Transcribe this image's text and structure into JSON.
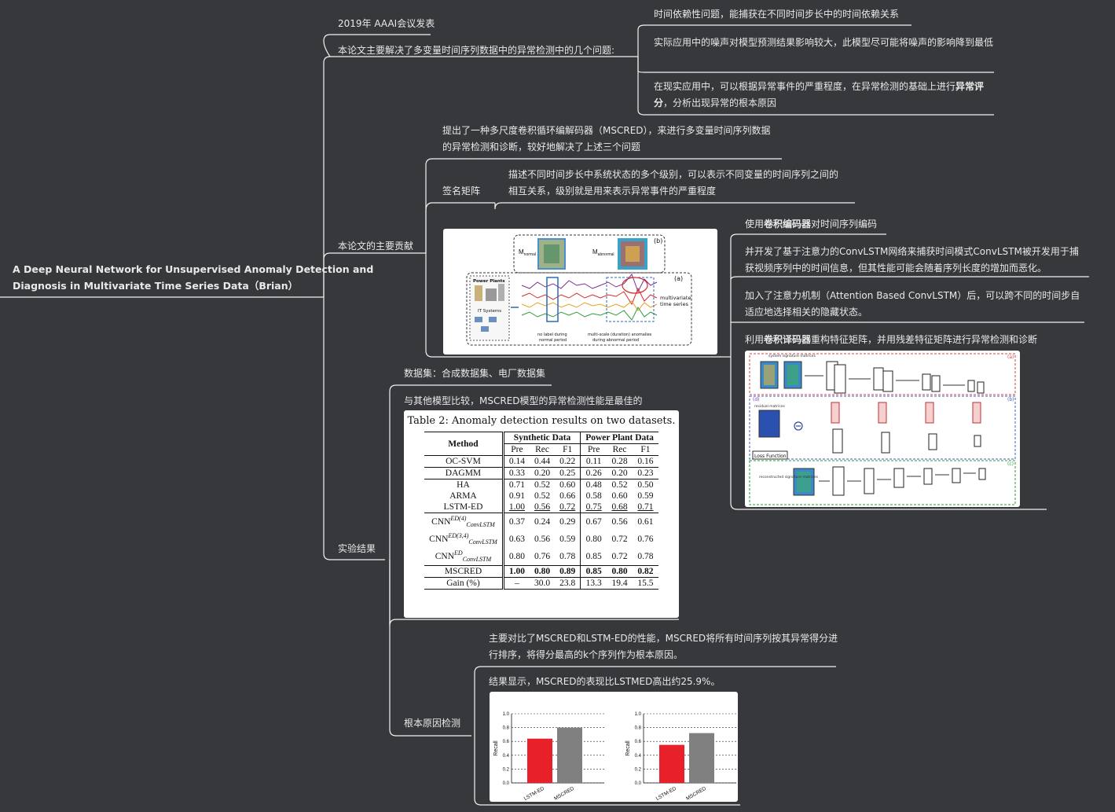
{
  "root": {
    "title_line1": "A Deep Neural Network for Unsupervised Anomaly Detection and",
    "title_line2": "Diagnosis in Multivariate Time Series Data（Brian）"
  },
  "nodes": {
    "published": "2019年 AAAI会议发表",
    "problems": "本论文主要解决了多变量时间序列数据中的异常检测中的几个问题:",
    "problem_1": "时间依赖性问题，能捕获在不同时间步长中的时间依赖关系",
    "problem_2": "实际应用中的噪声对模型预测结果影响较大，此模型尽可能将噪声的影响降到最低",
    "problem_3_a": "在现实应用中，可以根据异常事件的严重程度，在异常检测的基础上进行",
    "problem_3_bold": "异常评分",
    "problem_3_b": "，分析出现异常的根本原因",
    "contributions": "本论文的主要贡献",
    "contrib_intro_1": "提出了一种多尺度卷积循环编解码器（MSCRED），来进行多变量时间序列数据",
    "contrib_intro_2": "的异常检测和诊断，较好地解决了上述三个问题",
    "signature": "签名矩阵",
    "signature_desc_1": "描述不同时间步长中系统状态的多个级别，可以表示不同变量的时间序列之间的",
    "signature_desc_2": "相互关系，级别就是用来表示异常事件的严重程度",
    "enc_a": "使用",
    "enc_bold": "卷积编码器",
    "enc_b": "对时间序列编码",
    "convlstm": "并开发了基于注意力的ConvLSTM网络来捕获时间模式ConvLSTM被开发用于捕获视频序列中的时间信息，但其性能可能会随着序列长度的增加而恶化。",
    "attention": "加入了注意力机制（Attention Based ConvLSTM）后，可以跨不同的时间步自适应地选择相关的隐藏状态。",
    "dec_a": "利用",
    "dec_bold": "卷积译码器",
    "dec_b": "重构特征矩阵，并用残差特征矩阵进行异常检测和诊断",
    "experiments": "实验结果",
    "datasets": "数据集：合成数据集、电厂数据集",
    "comparison": "与其他模型比较，MSCRED模型的异常检测性能是最佳的",
    "root_cause": "根本原因检测",
    "rc_desc_1": "主要对比了MSCRED和LSTM-ED的性能，MSCRED将所有时间序列按其异常得分进",
    "rc_desc_2": "行排序，将得分最高的k个序列作为根本原因。",
    "rc_result": "结果显示，MSCRED的表现比LSTMED高出约25.9%。"
  },
  "figure1": {
    "label_a": "(a)",
    "label_b": "(b)",
    "m_normal_prefix": "M",
    "m_normal_sub": "normal",
    "m_abnormal_prefix": "M",
    "m_abnormal_sub": "abnormal",
    "power_plants": "Power Plants",
    "it_systems": "IT Systems",
    "multivariate": "multivariate",
    "time_series": "time series",
    "no_label_1": "no label during",
    "no_label_2": "normal period",
    "multiscale_1": "multi-scale (duration) anomalies",
    "multiscale_2": "during abnormal period"
  },
  "figure2": {
    "loss_function": "Loss Function",
    "residual": "residual matrices",
    "reconstructed": "reconstructed signature matrices",
    "signature_matrices": "system signature matrices",
    "label_a": "(a)",
    "label_b": "(b)",
    "label_c": "(c)",
    "label_d": "(d)"
  },
  "table": {
    "caption": "Table 2: Anomaly detection results on two datasets.",
    "col_method": "Method",
    "group_1": "Synthetic Data",
    "group_2": "Power Plant Data",
    "sub_cols": [
      "Pre",
      "Rec",
      "F1",
      "Pre",
      "Rec",
      "F1"
    ],
    "rows": [
      {
        "method": "OC-SVM",
        "vals": [
          "0.14",
          "0.44",
          "0.22",
          "0.11",
          "0.28",
          "0.16"
        ]
      },
      {
        "method": "DAGMM",
        "vals": [
          "0.33",
          "0.20",
          "0.25",
          "0.26",
          "0.20",
          "0.23"
        ]
      },
      {
        "method": "HA",
        "vals": [
          "0.71",
          "0.52",
          "0.60",
          "0.48",
          "0.52",
          "0.50"
        ]
      },
      {
        "method": "ARMA",
        "vals": [
          "0.91",
          "0.52",
          "0.66",
          "0.58",
          "0.60",
          "0.59"
        ]
      },
      {
        "method": "LSTM-ED",
        "vals": [
          "1.00",
          "0.56",
          "0.72",
          "0.75",
          "0.68",
          "0.71"
        ]
      },
      {
        "method": "CNN",
        "sup": "ED(4)",
        "sub": "ConvLSTM",
        "vals": [
          "0.37",
          "0.24",
          "0.29",
          "0.67",
          "0.56",
          "0.61"
        ]
      },
      {
        "method": "CNN",
        "sup": "ED(3,4)",
        "sub": "ConvLSTM",
        "vals": [
          "0.63",
          "0.56",
          "0.59",
          "0.80",
          "0.72",
          "0.76"
        ]
      },
      {
        "method": "CNN",
        "sup": "ED",
        "sub": "ConvLSTM",
        "vals": [
          "0.80",
          "0.76",
          "0.78",
          "0.85",
          "0.72",
          "0.78"
        ]
      },
      {
        "method": "MSCRED",
        "vals": [
          "1.00",
          "0.80",
          "0.89",
          "0.85",
          "0.80",
          "0.82"
        ]
      },
      {
        "method": "Gain (%)",
        "vals": [
          "–",
          "30.0",
          "23.8",
          "13.3",
          "19.4",
          "15.5"
        ]
      }
    ]
  },
  "chart_data": [
    {
      "type": "bar",
      "categories": [
        "LSTM-ED",
        "MSCRED"
      ],
      "values": [
        0.64,
        0.8
      ],
      "ylabel": "Recall",
      "ylim": [
        0,
        1.0
      ],
      "yticks": [
        "0.0",
        "0.2",
        "0.4",
        "0.6",
        "0.8",
        "1.0"
      ],
      "colors": [
        "#e8202a",
        "#808080"
      ],
      "grid": true
    },
    {
      "type": "bar",
      "categories": [
        "LSTM-ED",
        "MSCRED"
      ],
      "values": [
        0.55,
        0.72
      ],
      "ylabel": "Recall",
      "ylim": [
        0,
        1.0
      ],
      "yticks": [
        "0.0",
        "0.2",
        "0.4",
        "0.6",
        "0.8",
        "1.0"
      ],
      "colors": [
        "#e8202a",
        "#808080"
      ],
      "grid": true
    }
  ],
  "colors": {
    "background": "#36383b",
    "line": "#f0f0f0",
    "text": "#e9e9e9"
  }
}
